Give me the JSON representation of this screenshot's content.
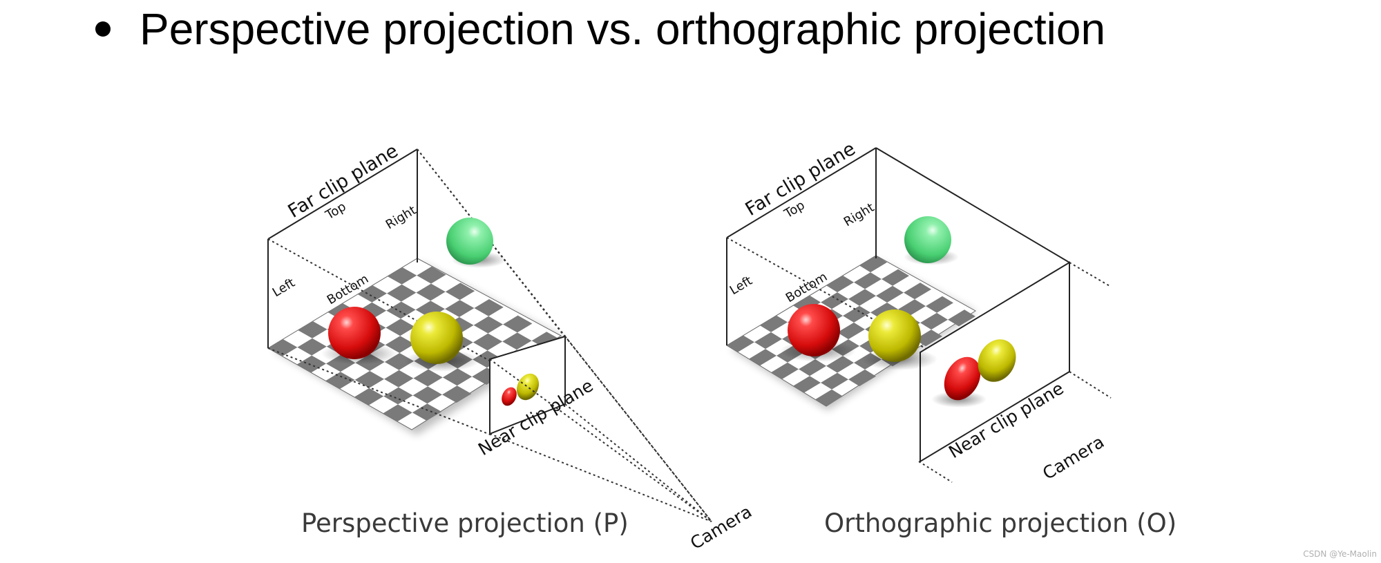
{
  "heading": "Perspective projection vs. orthographic projection",
  "perspective": {
    "far_clip": "Far clip plane",
    "top": "Top",
    "right": "Right",
    "left": "Left",
    "bottom": "Bottom",
    "near_clip": "Near clip plane",
    "camera": "Camera",
    "caption": "Perspective projection (P)"
  },
  "orthographic": {
    "far_clip": "Far clip plane",
    "top": "Top",
    "right": "Right",
    "left": "Left",
    "bottom": "Bottom",
    "near_clip": "Near clip plane",
    "camera": "Camera",
    "caption": "Orthographic projection (O)"
  },
  "watermark": "CSDN @Ye-Maolin",
  "colors": {
    "red": "#e01010",
    "yellow": "#c8c400",
    "green": "#4fd67a",
    "checker": "#7a7a7a"
  }
}
